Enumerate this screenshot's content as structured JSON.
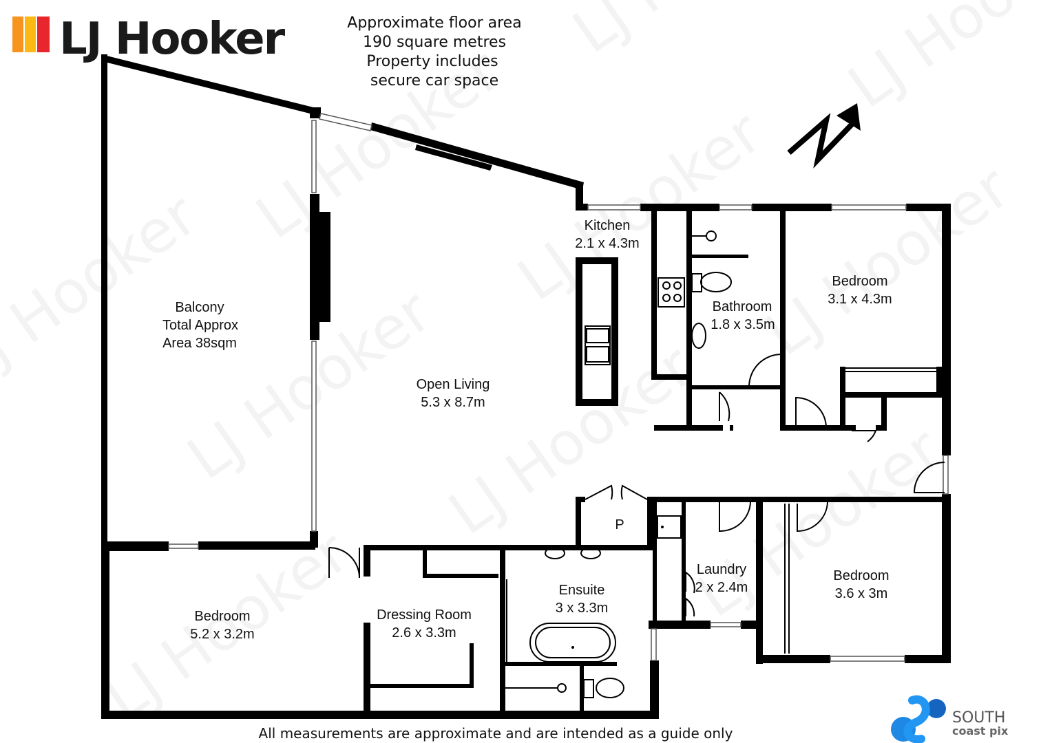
{
  "brand": {
    "name": "LJ Hooker",
    "colors": [
      "#f7941d",
      "#fcb913",
      "#e8262d"
    ]
  },
  "header": {
    "lines": [
      "Approximate floor area",
      "190 square metres",
      "Property includes",
      "secure car space"
    ]
  },
  "rooms": {
    "balcony": [
      "Balcony",
      "Total Approx",
      "Area 38sqm"
    ],
    "open_living": [
      "Open Living",
      "5.3 x 8.7m"
    ],
    "kitchen": [
      "Kitchen",
      "2.1 x 4.3m"
    ],
    "bathroom": [
      "Bathroom",
      "1.8 x 3.5m"
    ],
    "bedroom_ne": [
      "Bedroom",
      "3.1 x 4.3m"
    ],
    "bedroom_se": [
      "Bedroom",
      "3.6 x 3m"
    ],
    "laundry": [
      "Laundry",
      "2 x 2.4m"
    ],
    "pantry": "P",
    "ensuite": [
      "Ensuite",
      "3 x 3.3m"
    ],
    "dressing": [
      "Dressing Room",
      "2.6 x 3.3m"
    ],
    "bedroom_sw": [
      "Bedroom",
      "5.2 x 3.2m"
    ]
  },
  "footer": "All measurements are approximate and are intended as a guide only",
  "credit": {
    "line1": "SOUTH",
    "line2": "coast pix",
    "color": "#1e88e5"
  },
  "watermark": "LJ Hooker",
  "icons": {
    "north": "north-arrow-icon"
  }
}
